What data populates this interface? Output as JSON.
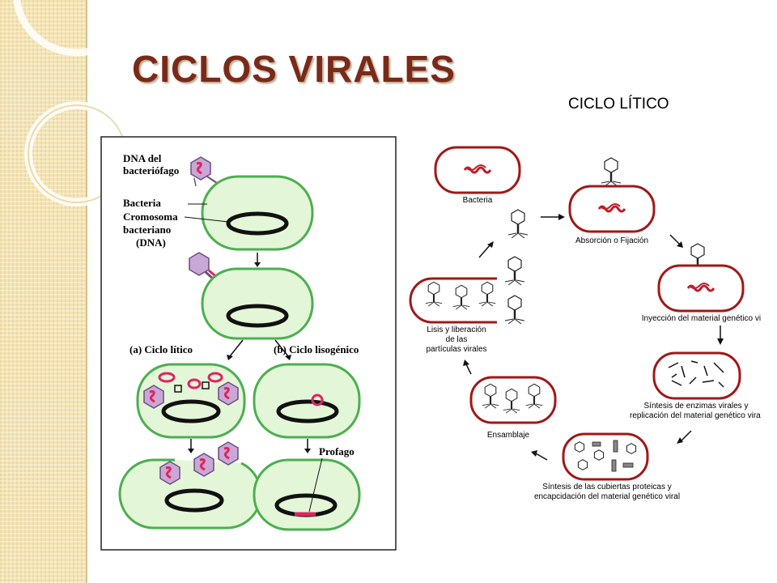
{
  "slide": {
    "title": "CICLOS VIRALES",
    "subtitle": "CICLO LÍTICO"
  },
  "left_diagram": {
    "labels": {
      "dna_phage_1": "DNA del",
      "dna_phage_2": "bacteriófago",
      "bacteria": "Bacteria",
      "chromosome_1": "Cromosoma",
      "chromosome_2": "bacteriano",
      "chromosome_3": "(DNA)",
      "lytic": "(a) Ciclo lítico",
      "lysogenic": "(b) Ciclo lisogénico",
      "prophage": "Profago"
    }
  },
  "right_diagram": {
    "steps": {
      "bacteria": "Bacteria",
      "adsorption": "Absorción o Fijación",
      "injection": "Inyección del material genético viral",
      "synthesis_1": "Síntesis de enzimas virales y",
      "synthesis_2": "replicación del material genético viral",
      "capsid_1": "Síntesis de las cubiertas proteicas y",
      "capsid_2": "encapcidación del material genético viral",
      "assembly": "Ensamblaje",
      "lysis_1": "Lisis y liberación",
      "lysis_2": "de las",
      "lysis_3": "partículas virales"
    }
  },
  "colors": {
    "title": "#7a2a18",
    "cell_fill_left": "#e4f6d8",
    "cell_stroke_left": "#4caf50",
    "cell_stroke_right": "#a01818",
    "viral_dna": "#e0245e",
    "phage_head": "#c9a7d6"
  }
}
